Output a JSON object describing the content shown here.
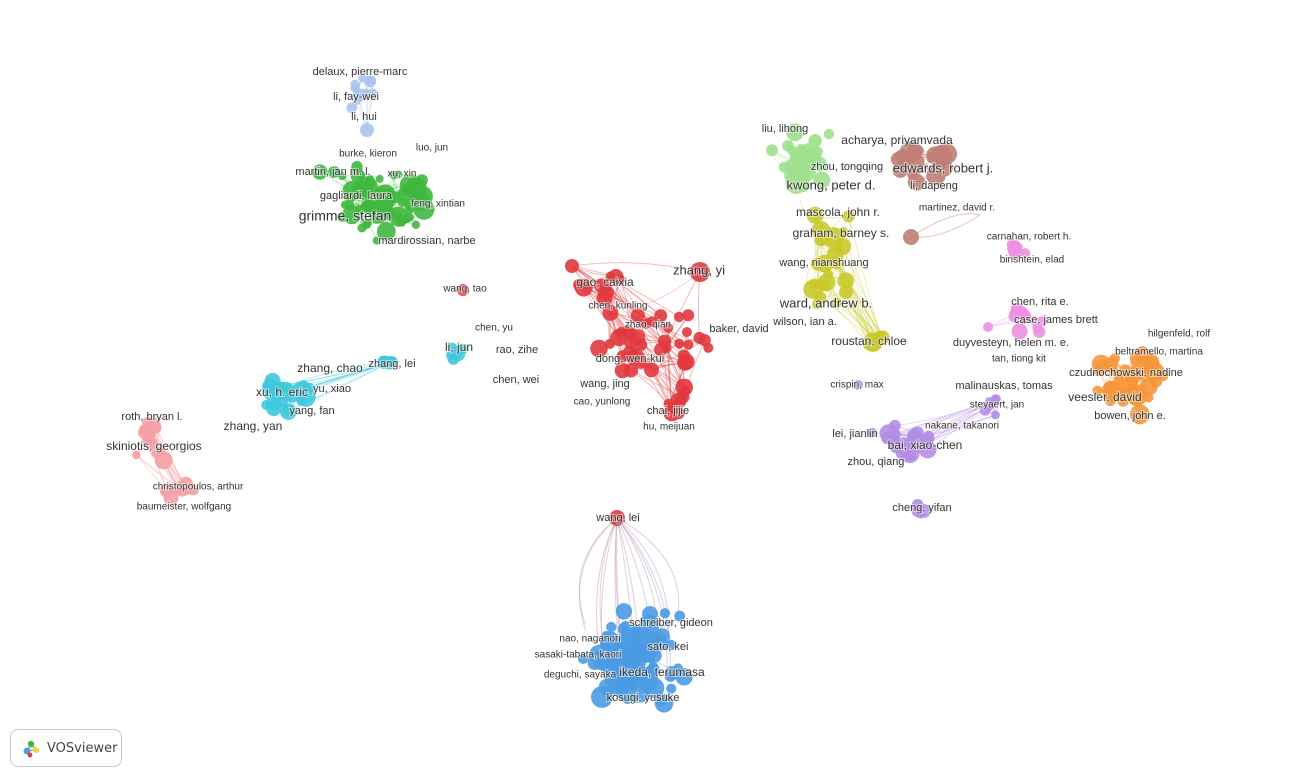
{
  "app": {
    "brand_label": "VOSviewer",
    "brand_icon": "vosviewer-logo-icon"
  },
  "clusters": [
    {
      "id": "lightblue",
      "color": "#a9c4ee"
    },
    {
      "id": "green",
      "color": "#3fb83f"
    },
    {
      "id": "cyan",
      "color": "#3ec9dc"
    },
    {
      "id": "pink",
      "color": "#f4a0a4"
    },
    {
      "id": "red",
      "color": "#e0393d"
    },
    {
      "id": "lightgreen",
      "color": "#9fe08c"
    },
    {
      "id": "brown",
      "color": "#c07e76"
    },
    {
      "id": "yellow",
      "color": "#c9c92a"
    },
    {
      "id": "magenta",
      "color": "#ec90e2"
    },
    {
      "id": "purple",
      "color": "#b48de6"
    },
    {
      "id": "orange",
      "color": "#f5973a"
    },
    {
      "id": "blue",
      "color": "#4b9be3"
    }
  ],
  "labels": [
    {
      "text": "delaux, pierre-marc",
      "cluster": "lightblue"
    },
    {
      "text": "li, fay-wei",
      "cluster": "lightblue"
    },
    {
      "text": "li, hui",
      "cluster": "lightblue"
    },
    {
      "text": "burke, kieron",
      "cluster": "green"
    },
    {
      "text": "luo, jun",
      "cluster": "green"
    },
    {
      "text": "martin, jan m. l.",
      "cluster": "green"
    },
    {
      "text": "xu, xin",
      "cluster": "green"
    },
    {
      "text": "gagliardi, laura",
      "cluster": "green"
    },
    {
      "text": "feng, xintian",
      "cluster": "green"
    },
    {
      "text": "grimme, stefan",
      "cluster": "green"
    },
    {
      "text": "mardirossian, narbe",
      "cluster": "green"
    },
    {
      "text": "zhang, lei",
      "cluster": "cyan"
    },
    {
      "text": "li, jun",
      "cluster": "cyan"
    },
    {
      "text": "zhang, chao",
      "cluster": "cyan"
    },
    {
      "text": "yu, xiao",
      "cluster": "cyan"
    },
    {
      "text": "xu, h. eric",
      "cluster": "cyan"
    },
    {
      "text": "yang, fan",
      "cluster": "cyan"
    },
    {
      "text": "zhang, yan",
      "cluster": "cyan"
    },
    {
      "text": "roth, bryan l.",
      "cluster": "pink"
    },
    {
      "text": "skiniotis, georgios",
      "cluster": "pink"
    },
    {
      "text": "christopoulos, arthur",
      "cluster": "pink"
    },
    {
      "text": "baumeister, wolfgang",
      "cluster": "pink"
    },
    {
      "text": "gao, caixia",
      "cluster": "red"
    },
    {
      "text": "zhang, yi",
      "cluster": "red"
    },
    {
      "text": "chen, kunling",
      "cluster": "red"
    },
    {
      "text": "wang, tao",
      "cluster": "red"
    },
    {
      "text": "chen, yu",
      "cluster": "red"
    },
    {
      "text": "zhao, qian",
      "cluster": "red"
    },
    {
      "text": "baker, david",
      "cluster": "red"
    },
    {
      "text": "rao, zihe",
      "cluster": "red"
    },
    {
      "text": "dong, wen-kui",
      "cluster": "red"
    },
    {
      "text": "chen, wei",
      "cluster": "red"
    },
    {
      "text": "wang, jing",
      "cluster": "red"
    },
    {
      "text": "cao, yunlong",
      "cluster": "red"
    },
    {
      "text": "chai, jijie",
      "cluster": "red"
    },
    {
      "text": "hu, meijuan",
      "cluster": "red"
    },
    {
      "text": "wang, lei",
      "cluster": "red"
    },
    {
      "text": "liu, lihong",
      "cluster": "lightgreen"
    },
    {
      "text": "zhou, tongqing",
      "cluster": "lightgreen"
    },
    {
      "text": "kwong, peter d.",
      "cluster": "lightgreen"
    },
    {
      "text": "acharya, priyamvada",
      "cluster": "brown"
    },
    {
      "text": "edwards, robert j.",
      "cluster": "brown"
    },
    {
      "text": "li, dapeng",
      "cluster": "brown"
    },
    {
      "text": "martinez, david r.",
      "cluster": "brown"
    },
    {
      "text": "mascola, john r.",
      "cluster": "yellow"
    },
    {
      "text": "graham, barney s.",
      "cluster": "yellow"
    },
    {
      "text": "wang, nianshuang",
      "cluster": "yellow"
    },
    {
      "text": "ward, andrew b.",
      "cluster": "yellow"
    },
    {
      "text": "wilson, ian a.",
      "cluster": "yellow"
    },
    {
      "text": "roustan, chloe",
      "cluster": "yellow"
    },
    {
      "text": "carnahan, robert h.",
      "cluster": "magenta"
    },
    {
      "text": "binshtein, elad",
      "cluster": "magenta"
    },
    {
      "text": "chen, rita e.",
      "cluster": "magenta"
    },
    {
      "text": "case, james brett",
      "cluster": "magenta"
    },
    {
      "text": "duyvesteyn, helen m. e.",
      "cluster": "magenta"
    },
    {
      "text": "tan, tiong kit",
      "cluster": "magenta"
    },
    {
      "text": "hilgenfeld, rolf",
      "cluster": "orange"
    },
    {
      "text": "beltramello, martina",
      "cluster": "orange"
    },
    {
      "text": "czudnochowski, nadine",
      "cluster": "orange"
    },
    {
      "text": "veesler, david",
      "cluster": "orange"
    },
    {
      "text": "bowen, john e.",
      "cluster": "orange"
    },
    {
      "text": "crispin, max",
      "cluster": "purple"
    },
    {
      "text": "malinauskas, tomas",
      "cluster": "purple"
    },
    {
      "text": "steyaert, jan",
      "cluster": "purple"
    },
    {
      "text": "nakane, takanori",
      "cluster": "purple"
    },
    {
      "text": "lei, jianlin",
      "cluster": "purple"
    },
    {
      "text": "bai, xiao-chen",
      "cluster": "purple"
    },
    {
      "text": "zhou, qiang",
      "cluster": "purple"
    },
    {
      "text": "cheng, yifan",
      "cluster": "purple"
    },
    {
      "text": "schreiber, gideon",
      "cluster": "blue"
    },
    {
      "text": "nao, naganori",
      "cluster": "blue"
    },
    {
      "text": "sato, kei",
      "cluster": "blue"
    },
    {
      "text": "sasaki-tabata, kaori",
      "cluster": "blue"
    },
    {
      "text": "deguchi, sayaka",
      "cluster": "blue"
    },
    {
      "text": "ikeda, terumasa",
      "cluster": "blue"
    },
    {
      "text": "kosugi, yusuke",
      "cluster": "blue"
    }
  ]
}
